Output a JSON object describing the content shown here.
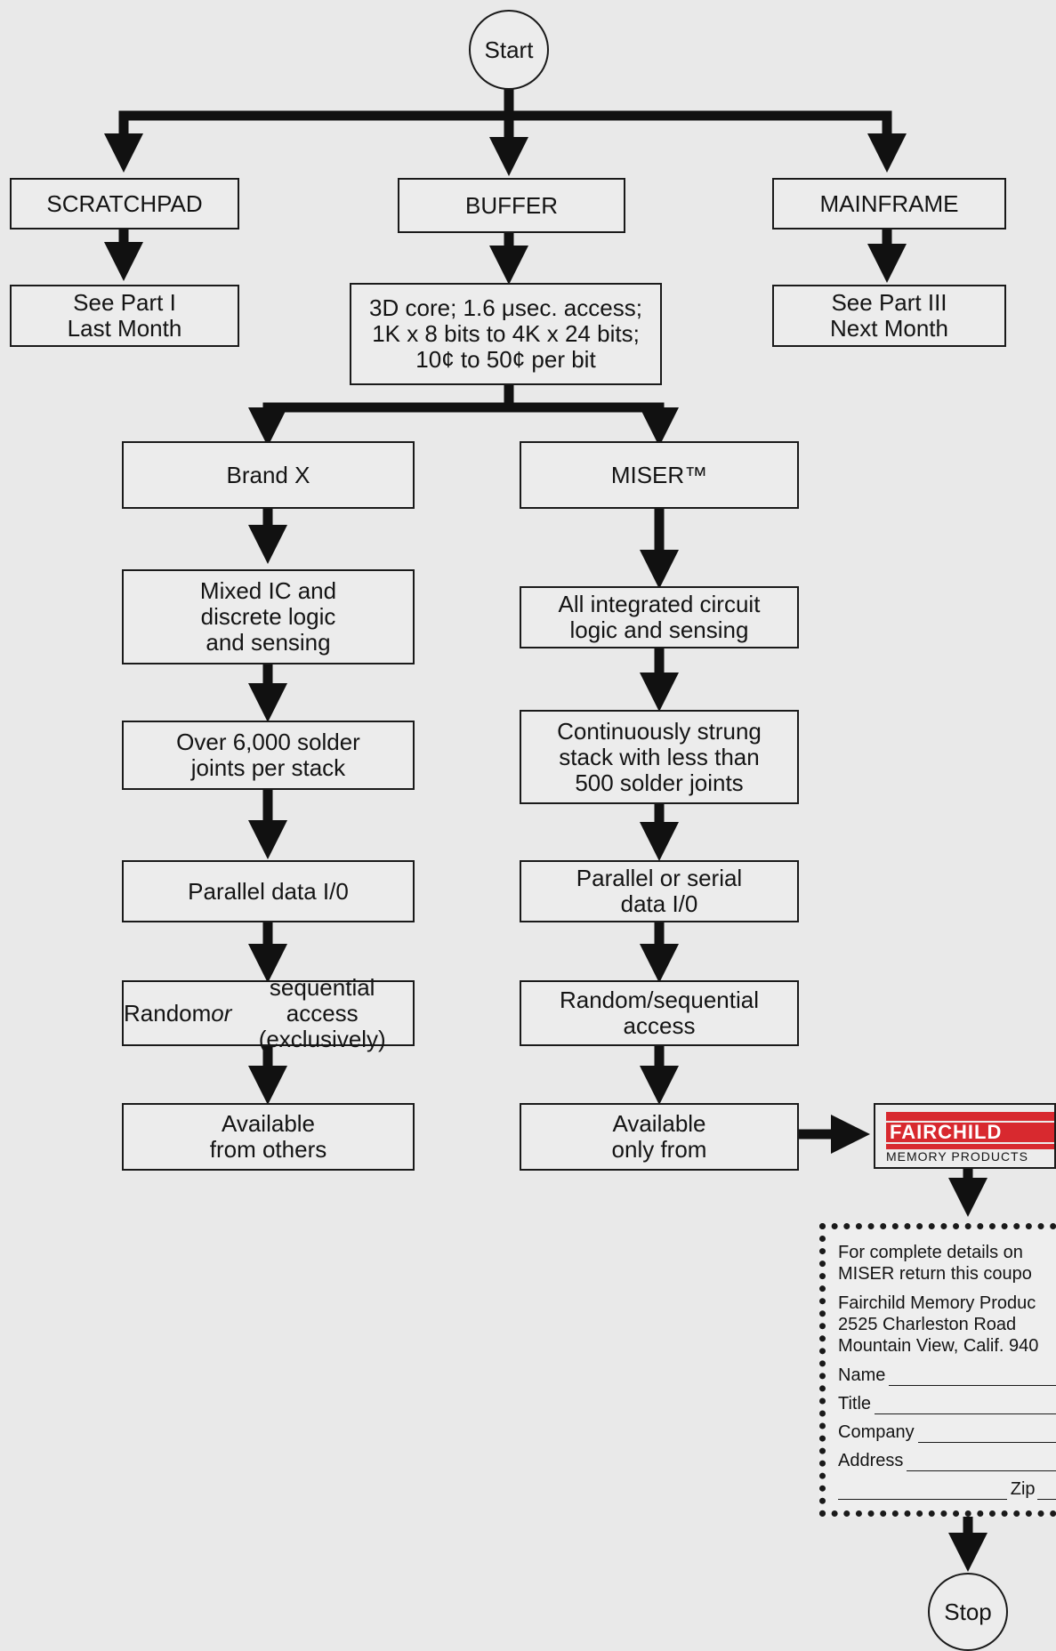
{
  "title": "",
  "nodes": {
    "start": "Start",
    "stop": "Stop",
    "scratchpad": "SCRATCHPAD",
    "buffer": "BUFFER",
    "mainframe": "MAINFRAME",
    "see_part_1": "See Part I\nLast Month",
    "buffer_spec": "3D core; 1.6 μsec. access;\n1K x 8 bits to 4K x 24 bits;\n10¢ to 50¢ per bit",
    "see_part_3": "See Part III\nNext Month",
    "brand_x": "Brand X",
    "miser": "MISER™",
    "bx_logic": "Mixed IC and\ndiscrete logic\nand sensing",
    "bx_solder": "Over 6,000 solder\njoints per stack",
    "bx_io": "Parallel data I/0",
    "bx_access": "Random or sequential\naccess (exclusively)",
    "bx_avail": "Available\nfrom others",
    "m_logic": "All integrated circuit\nlogic and sensing",
    "m_solder": "Continuously strung\nstack with less than\n500 solder joints",
    "m_io": "Parallel or serial\ndata I/0",
    "m_access": "Random/sequential\naccess",
    "m_avail": "Available\nonly from"
  },
  "logo": {
    "brand": "FAIRCHILD",
    "sub": "MEMORY PRODUCTS",
    "color": "#d8292f"
  },
  "coupon": {
    "line1": "For complete details on",
    "line2": "MISER return this coupo",
    "line3": "Fairchild Memory Produc",
    "line4": "2525 Charleston Road",
    "line5": "Mountain View, Calif. 940",
    "name": "Name",
    "title": "Title",
    "company": "Company",
    "address": "Address",
    "zip": "Zip"
  }
}
